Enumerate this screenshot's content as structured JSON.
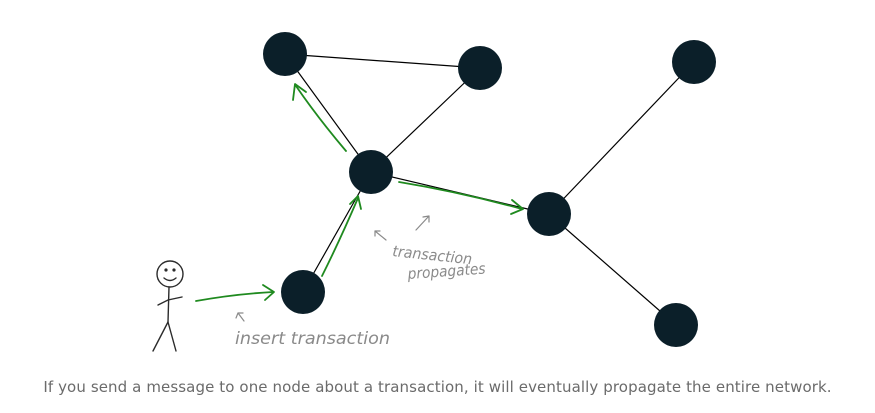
{
  "caption": "If you send a message to one node about a transaction, it will eventually propagate the entire network.",
  "annotations": {
    "insert": "insert transaction",
    "propagate_line1": "transaction",
    "propagate_line2": "propagates"
  },
  "colors": {
    "node": "#0b1f29",
    "edge": "#000000",
    "arrow": "#1f8a1f",
    "annotation": "#8a8a8a",
    "caption": "#6b6b6b"
  }
}
